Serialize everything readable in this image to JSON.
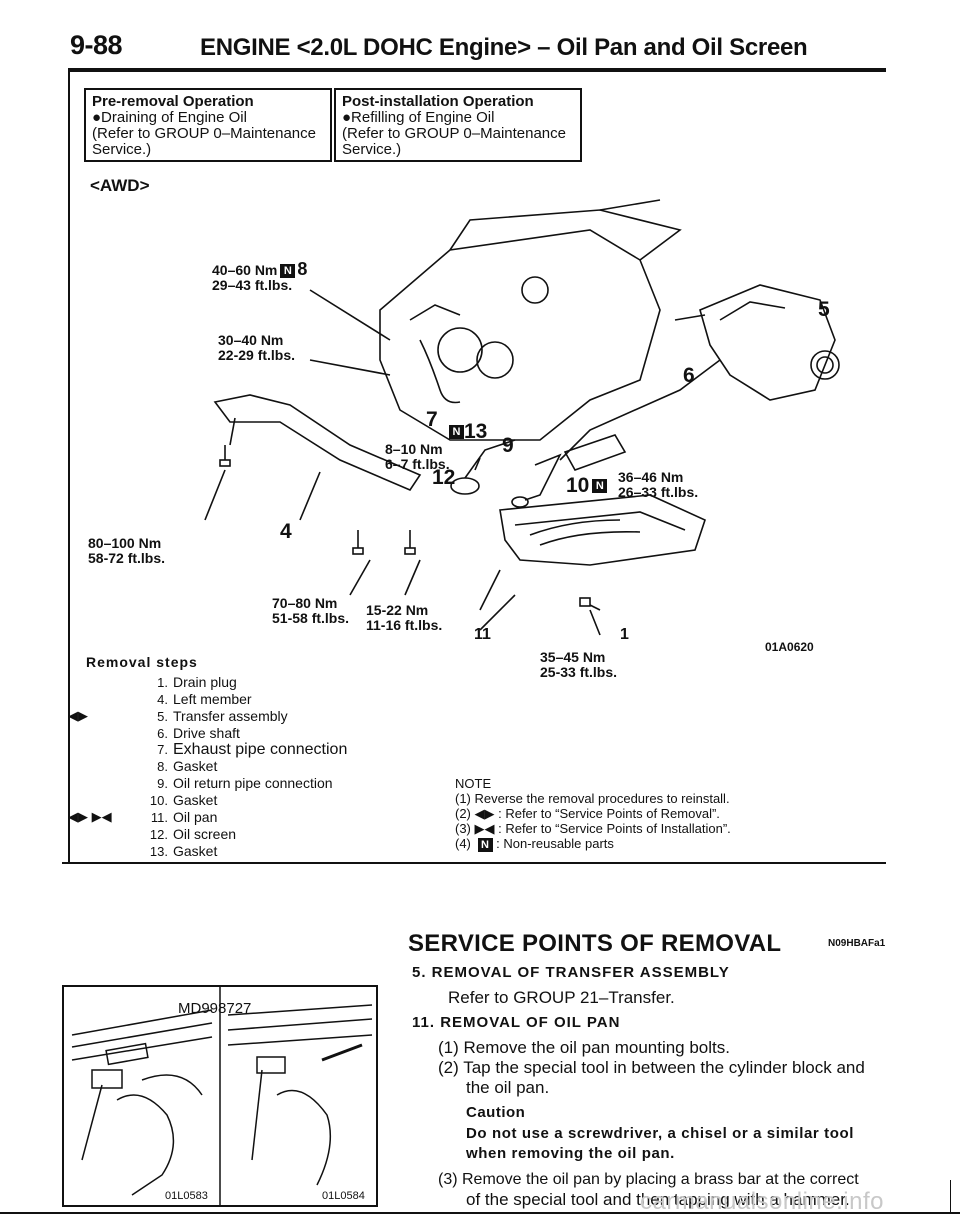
{
  "header": {
    "page_number": "9-88",
    "title": "ENGINE <2.0L DOHC Engine> – Oil Pan and Oil Screen"
  },
  "pre_removal": {
    "title": "Pre-removal Operation",
    "line1": "●Draining of Engine Oil",
    "line2": "(Refer to GROUP 0–Maintenance",
    "line3": "Service.)"
  },
  "post_installation": {
    "title": "Post-installation Operation",
    "line1": "●Refilling of Engine Oil",
    "line2": "(Refer to GROUP 0–Maintenance",
    "line3": "Service.)"
  },
  "section_tag": "<AWD>",
  "torques": {
    "t40": {
      "nm": "40–60 Nm",
      "ft": "29–43 ft.lbs."
    },
    "t30": {
      "nm": "30–40 Nm",
      "ft": "22-29 ft.lbs."
    },
    "t8": {
      "nm": "8–10 Nm",
      "ft": "6–7 ft.lbs."
    },
    "t36": {
      "nm": "36–46 Nm",
      "ft": "26–33 ft.lbs."
    },
    "t80": {
      "nm": "80–100 Nm",
      "ft": "58-72 ft.lbs."
    },
    "t70": {
      "nm": "70–80 Nm",
      "ft": "51-58 ft.lbs."
    },
    "t15": {
      "nm": "15-22 Nm",
      "ft": "11-16 ft.lbs."
    },
    "t35": {
      "nm": "35–45 Nm",
      "ft": "25-33 ft.lbs."
    }
  },
  "callouts": {
    "c1": "1",
    "c4": "4",
    "c5": "5",
    "c6": "6",
    "c7": "7",
    "c8": "8",
    "c9": "9",
    "c10": "10",
    "c11": "11",
    "c12": "12",
    "c13": "13",
    "badge": "N"
  },
  "figure_code_1": "01A0620",
  "removal_steps_heading": "Removal steps",
  "removal_steps": [
    {
      "marker": "",
      "num": "1.",
      "text": "Drain plug"
    },
    {
      "marker": "",
      "num": "4.",
      "text": "Left member"
    },
    {
      "marker": "◀▶",
      "num": "5.",
      "text": "Transfer assembly"
    },
    {
      "marker": "",
      "num": "6.",
      "text": "Drive shaft"
    },
    {
      "marker": "",
      "num": "7.",
      "text": "Exhaust pipe connection"
    },
    {
      "marker": "",
      "num": "8.",
      "text": "Gasket"
    },
    {
      "marker": "",
      "num": "9.",
      "text": "Oil return pipe connection"
    },
    {
      "marker": "",
      "num": "10.",
      "text": "Gasket"
    },
    {
      "marker": "◀▶ ▶◀",
      "num": "11.",
      "text": "Oil pan"
    },
    {
      "marker": "",
      "num": "12.",
      "text": "Oil screen"
    },
    {
      "marker": "",
      "num": "13.",
      "text": "Gasket"
    }
  ],
  "note": {
    "heading": "NOTE",
    "line1": "(1) Reverse the removal procedures to reinstall.",
    "line2": "(2) ◀▶ : Refer to “Service Points of Removal”.",
    "line3": "(3) ▶◀ : Refer to “Service Points of Installation”.",
    "line4_prefix": "(4)",
    "line4_text": ": Non-reusable parts"
  },
  "photo": {
    "tool_label": "MD998727",
    "code_left": "01L0583",
    "code_right": "01L0584"
  },
  "service": {
    "title": "SERVICE POINTS OF REMOVAL",
    "code": "N09HBAFa1",
    "item5_heading": "5. REMOVAL OF TRANSFER ASSEMBLY",
    "item5_text": "Refer to GROUP 21–Transfer.",
    "item11_heading": "11. REMOVAL OF OIL PAN",
    "step1": "(1) Remove the oil pan mounting bolts.",
    "step2a": "(2) Tap the special tool in between the cylinder block and",
    "step2b": "the oil pan.",
    "caution_heading": "Caution",
    "caution1": "Do not use a screwdriver, a chisel or a similar tool",
    "caution2": "when removing the oil pan.",
    "step3a": "(3) Remove the oil pan by placing a brass bar at the correct",
    "step3b": "of the special tool and then tapping with a hammer."
  },
  "watermark": "carmanualsonline.info"
}
